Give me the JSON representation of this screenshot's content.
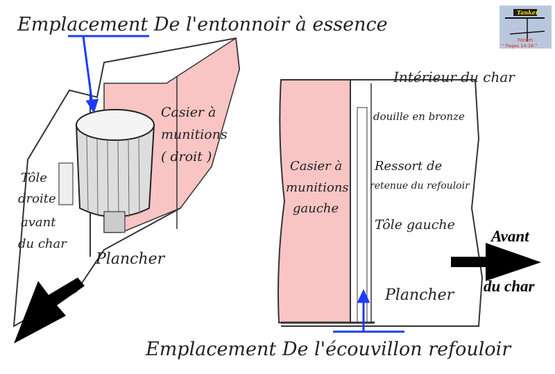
{
  "title_top": "Emplacement De l'entonnoir à essence",
  "title_bottom": "Emplacement De l'écouvillon refouloir",
  "left_view": {
    "casier_droit": [
      "Casier à",
      "munitions",
      "( droit )"
    ],
    "tole_droite": [
      "Tôle",
      "droite",
      "avant",
      "du char"
    ],
    "plancher": "Plancher"
  },
  "right_view": {
    "interieur": "Intérieur du char",
    "casier_gauche": [
      "Casier à",
      "munitions",
      "gauche"
    ],
    "douille": "douille en bronze",
    "ressort": [
      "Ressort de",
      "retenue du refouloir"
    ],
    "tole_gauche": "Tôle gauche",
    "plancher": "Plancher"
  },
  "avant_label": [
    "Avant",
    "du char"
  ],
  "logo": {
    "name": "Tanker",
    "line1": "Forum",
    "line2": "\" Pages 14-18 \""
  },
  "colors": {
    "pink": "#f9c4c4",
    "blue": "#1a3cff",
    "ink": "#222222"
  }
}
